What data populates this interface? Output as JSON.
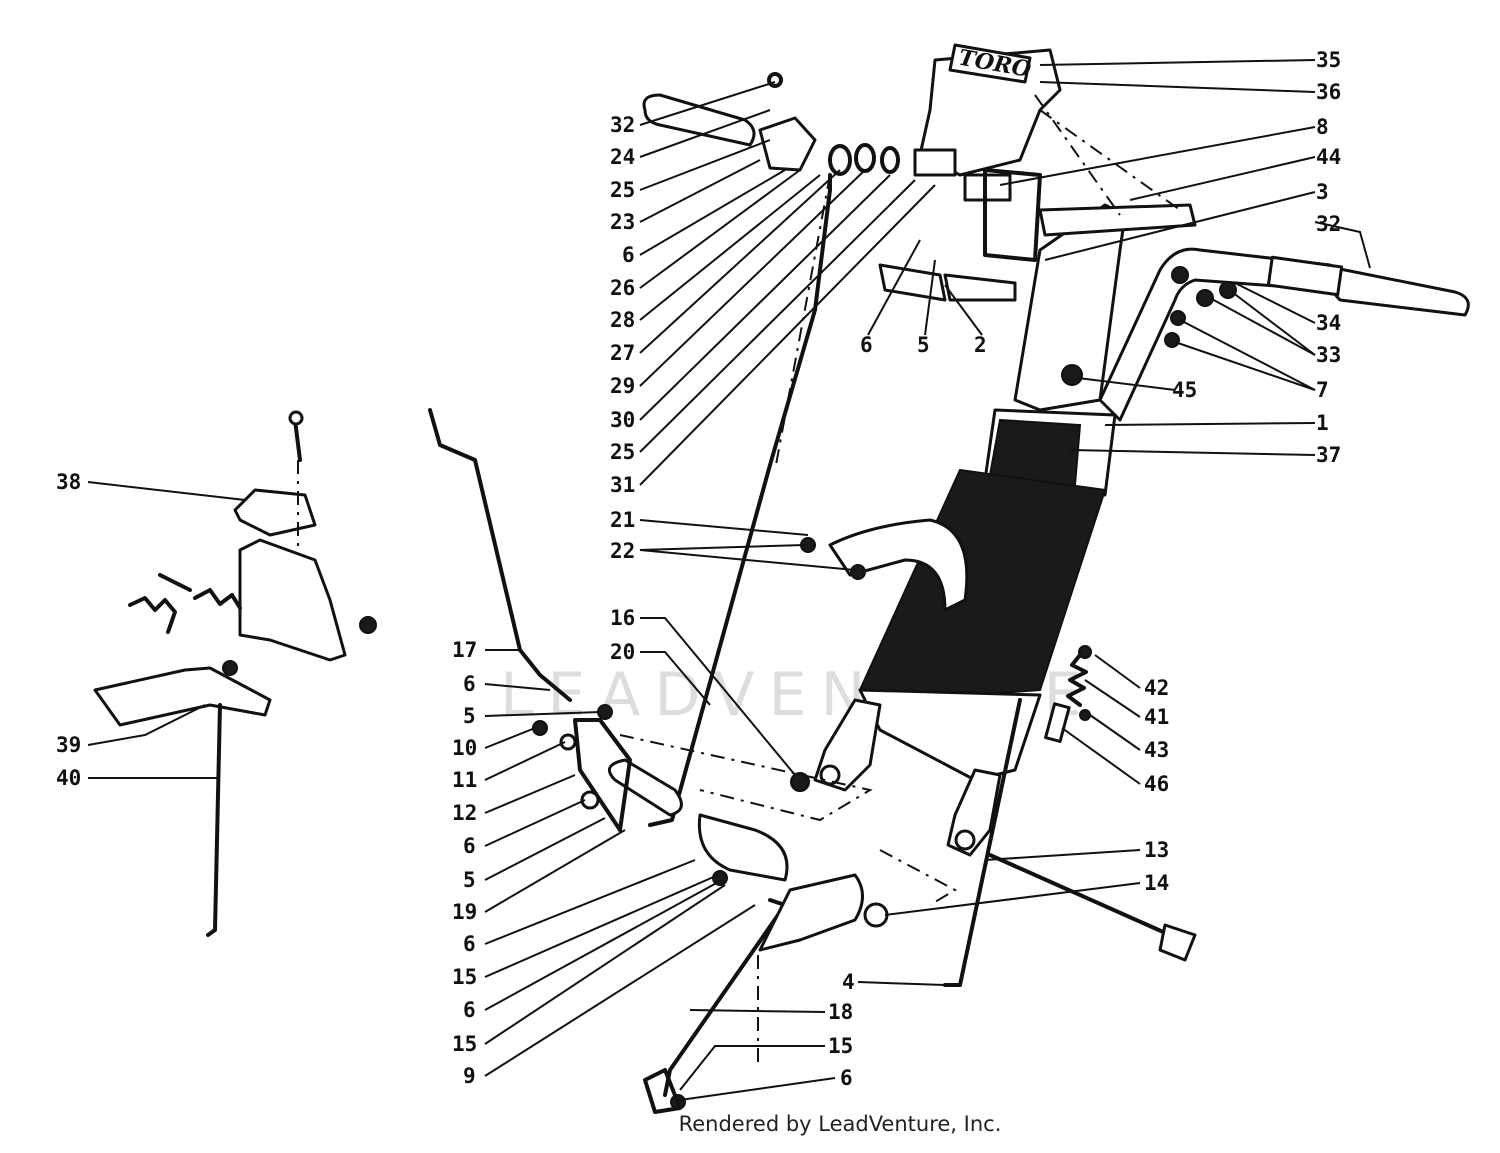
{
  "diagram": {
    "brand_label": "TORO",
    "watermark_text": "LEADVENTURE",
    "footer": "Rendered by LeadVenture, Inc.",
    "callouts_left_column": [
      "32",
      "24",
      "25",
      "23",
      "6",
      "26",
      "28",
      "27",
      "29",
      "30",
      "25",
      "31",
      "21",
      "22",
      "16",
      "20"
    ],
    "callouts_right_column": [
      "35",
      "36",
      "8",
      "44",
      "3",
      "32",
      "34",
      "33",
      "7",
      "45",
      "1",
      "37",
      "42",
      "41",
      "43",
      "46",
      "13",
      "14"
    ],
    "callouts_inner": [
      "6",
      "5",
      "2"
    ],
    "callouts_lower_left": [
      "17",
      "6",
      "5",
      "10",
      "11",
      "12",
      "6",
      "5",
      "19",
      "6",
      "15",
      "6",
      "15",
      "9"
    ],
    "callouts_lower_bottom": [
      "4",
      "18",
      "15",
      "6"
    ],
    "callouts_far_left": [
      "38",
      "39",
      "40"
    ]
  }
}
